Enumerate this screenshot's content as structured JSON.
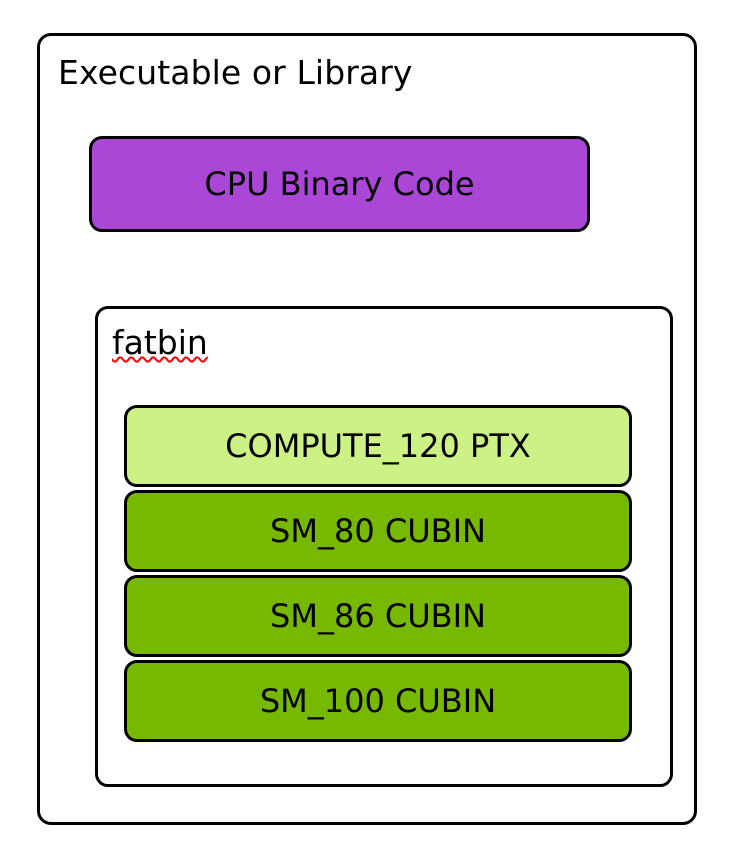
{
  "diagram": {
    "title": "Executable or Library",
    "outer_border_color": "#000000",
    "background_color": "#ffffff",
    "cpu_section": {
      "label": "CPU Binary Code",
      "fill_color": "#ab47d6"
    },
    "fatbin_section": {
      "title": "fatbin",
      "spellcheck_underline_color": "#ff0000",
      "artifacts": [
        {
          "label": "COMPUTE_120 PTX",
          "kind": "ptx",
          "fill_color": "#ccf285"
        },
        {
          "label": "SM_80 CUBIN",
          "kind": "cubin",
          "fill_color": "#76b900"
        },
        {
          "label": "SM_86 CUBIN",
          "kind": "cubin",
          "fill_color": "#76b900"
        },
        {
          "label": "SM_100 CUBIN",
          "kind": "cubin",
          "fill_color": "#76b900"
        }
      ]
    }
  }
}
